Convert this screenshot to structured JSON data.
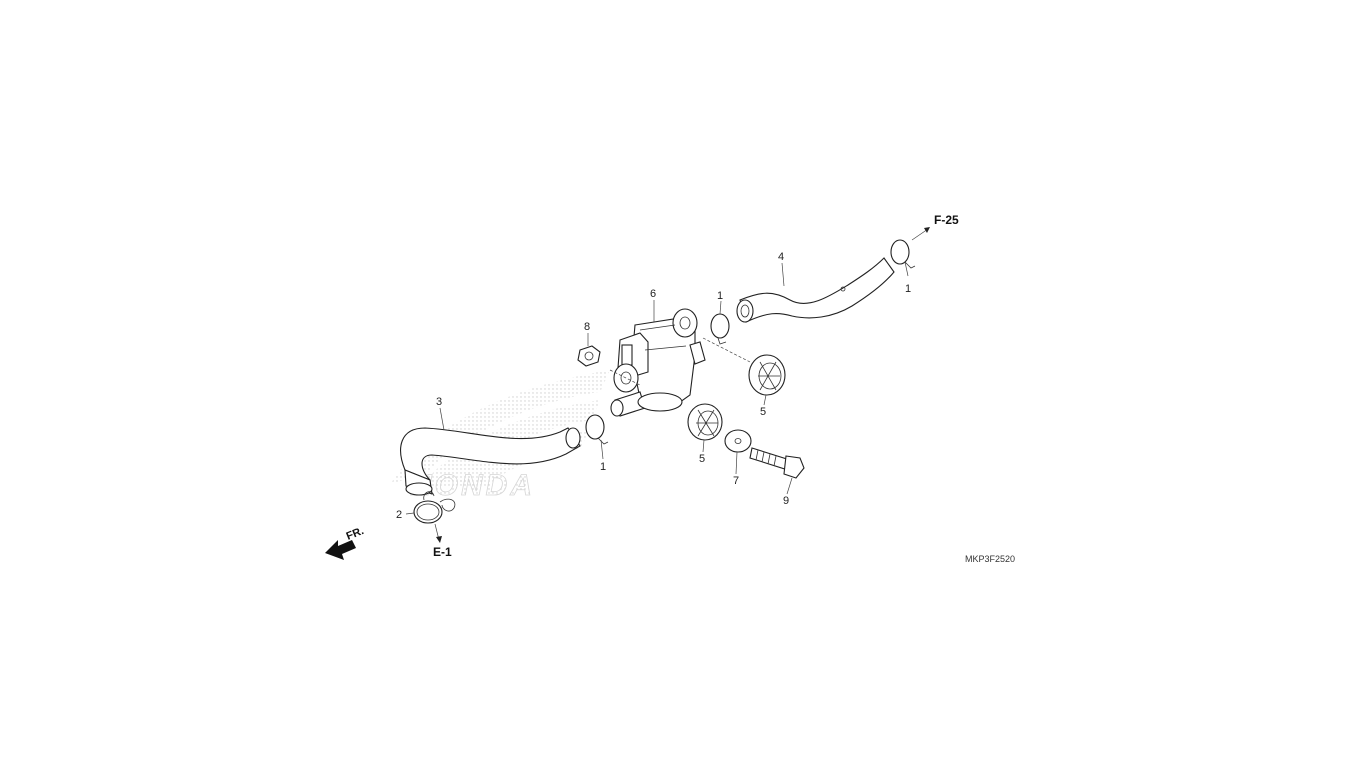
{
  "diagram": {
    "watermark": "HONDA",
    "diagram_code": "MKP3F2520",
    "references": {
      "top_right": "F-25",
      "bottom_left": "E-1"
    },
    "front_arrow_label": "FR.",
    "callouts": {
      "clip_hose_4_end": "1",
      "hose_4": "4",
      "clip_valve_out": "1",
      "valve": "6",
      "nut": "8",
      "grommet_right": "5",
      "hose_3": "3",
      "clip_valve_in": "1",
      "grommet_lower": "5",
      "washer": "7",
      "bolt": "9",
      "clamp": "2"
    }
  }
}
